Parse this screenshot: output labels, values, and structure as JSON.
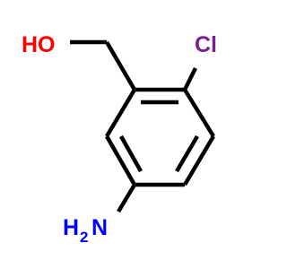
{
  "molecule": {
    "atoms": {
      "hydroxyl": {
        "text": "HO",
        "color": "#ff0000"
      },
      "chlorine": {
        "text": "Cl",
        "color": "#7a1f8f"
      },
      "amine": {
        "h": "H",
        "sub": "2",
        "n": "N",
        "color": "#0000ff"
      }
    }
  }
}
